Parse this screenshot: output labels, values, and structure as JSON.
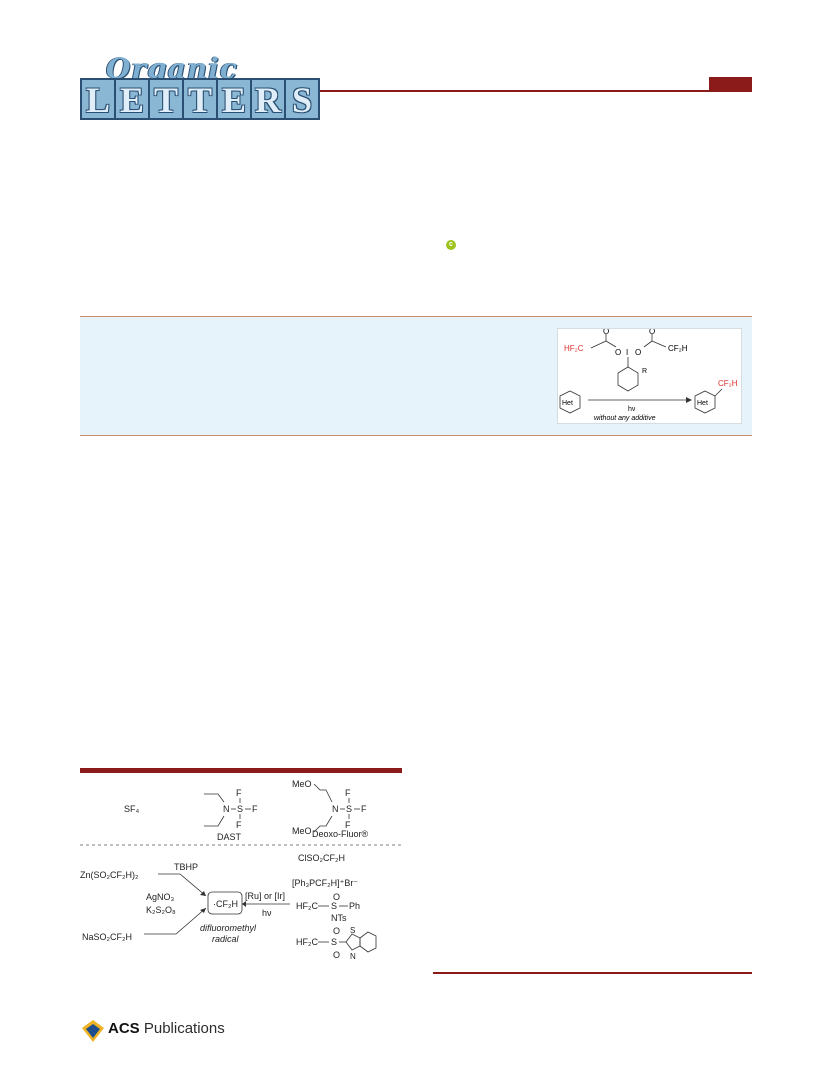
{
  "journal": {
    "logo_script": "Organic",
    "logo_letters": [
      "L",
      "E",
      "T",
      "T",
      "E",
      "R",
      "S"
    ]
  },
  "toc_graphic": {
    "reagent_left": "HF₂C",
    "reagent_right": "CF₂H",
    "oxygen_label": "O",
    "iodine_label": "I",
    "substituent": "R",
    "het_left": "Het",
    "het_right": "Het",
    "product_group": "CF₂H",
    "condition": "hν",
    "note": "without any additive"
  },
  "figure": {
    "reagent_sf4": "SF₄",
    "dast_label": "DAST",
    "deoxo_meo_top": "MeO",
    "deoxo_meo_bottom": "MeO",
    "deoxo_label": "Deoxo-Fluor®",
    "f_label": "F",
    "n_label": "N",
    "s_label": "S",
    "zn_reagent": "Zn(SO₂CF₂H)₂",
    "tbhp": "TBHP",
    "na_reagent": "NaSO₂CF₂H",
    "agno3": "AgNO₃",
    "k2s2o8": "K₂S₂O₈",
    "radical": "·CF₂H",
    "radical_caption_1": "difluoromethyl",
    "radical_caption_2": "radical",
    "catalyst": "[Ru] or [Ir]",
    "light": "hν",
    "clso2": "ClSO₂CF₂H",
    "phosphonium": "[Ph₃PCF₂H]⁺Br⁻",
    "sulfox_left": "HF₂C",
    "sulfox_right": "Ph",
    "nts": "NTs",
    "sulfone_left": "HF₂C",
    "o_label": "O"
  },
  "footer": {
    "acs": "ACS",
    "publications": "Publications"
  }
}
